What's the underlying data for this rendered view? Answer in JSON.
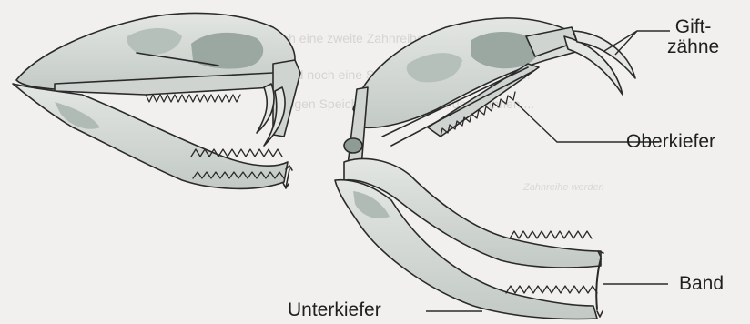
{
  "labels": {
    "fangs_line1": "Gift-",
    "fangs_line2": "zähne",
    "upper_jaw": "Oberkiefer",
    "ligament": "Band",
    "lower_jaw": "Unterkiefer"
  },
  "colors": {
    "bone_fill": "#d7dad6",
    "bone_shade": "#a9b3ad",
    "bone_dark": "#7f8e87",
    "outline": "#2a2a2a",
    "leader": "#2a2a2a"
  }
}
